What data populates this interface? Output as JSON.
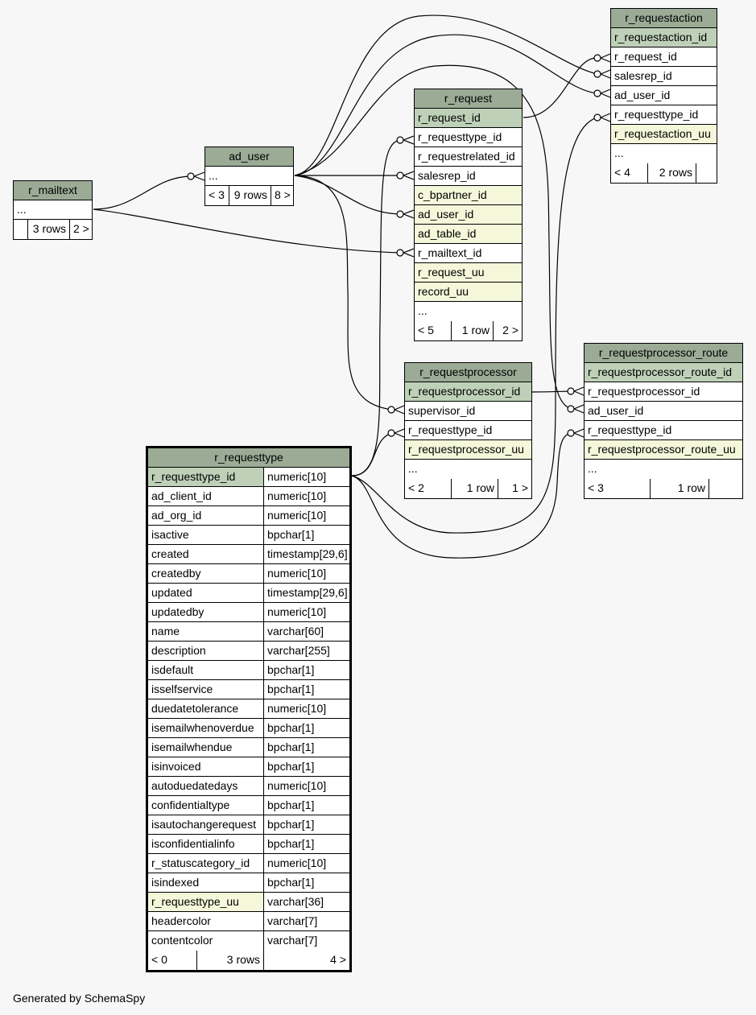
{
  "footer": "Generated by SchemaSpy",
  "colors": {
    "header": "#9bab96",
    "primary_key": "#bed1b8",
    "indexed": "#f4f7da",
    "background": "#f7f7f7"
  },
  "tables": {
    "r_mailtext": {
      "name": "r_mailtext",
      "rows": [
        {
          "col": "...",
          "style": "plain"
        }
      ],
      "footer": [
        "",
        "3 rows",
        "2 >"
      ]
    },
    "ad_user": {
      "name": "ad_user",
      "rows": [
        {
          "col": "...",
          "style": "plain"
        }
      ],
      "footer": [
        "< 3",
        "9 rows",
        "8 >"
      ]
    },
    "r_request": {
      "name": "r_request",
      "rows": [
        {
          "col": "r_request_id",
          "style": "pk"
        },
        {
          "col": "r_requesttype_id",
          "style": "plain"
        },
        {
          "col": "r_requestrelated_id",
          "style": "plain"
        },
        {
          "col": "salesrep_id",
          "style": "plain"
        },
        {
          "col": "c_bpartner_id",
          "style": "idx"
        },
        {
          "col": "ad_user_id",
          "style": "idx"
        },
        {
          "col": "ad_table_id",
          "style": "idx"
        },
        {
          "col": "r_mailtext_id",
          "style": "plain"
        },
        {
          "col": "r_request_uu",
          "style": "idx"
        },
        {
          "col": "record_uu",
          "style": "idx"
        },
        {
          "col": "...",
          "style": "plain"
        }
      ],
      "footer": [
        "< 5",
        "1 row",
        "2 >"
      ]
    },
    "r_requestaction": {
      "name": "r_requestaction",
      "rows": [
        {
          "col": "r_requestaction_id",
          "style": "pk"
        },
        {
          "col": "r_request_id",
          "style": "plain"
        },
        {
          "col": "salesrep_id",
          "style": "plain"
        },
        {
          "col": "ad_user_id",
          "style": "plain"
        },
        {
          "col": "r_requesttype_id",
          "style": "plain"
        },
        {
          "col": "r_requestaction_uu",
          "style": "idx"
        },
        {
          "col": "...",
          "style": "plain"
        }
      ],
      "footer": [
        "< 4",
        "2 rows",
        ""
      ]
    },
    "r_requestprocessor": {
      "name": "r_requestprocessor",
      "rows": [
        {
          "col": "r_requestprocessor_id",
          "style": "pk"
        },
        {
          "col": "supervisor_id",
          "style": "plain"
        },
        {
          "col": "r_requesttype_id",
          "style": "plain"
        },
        {
          "col": "r_requestprocessor_uu",
          "style": "idx"
        },
        {
          "col": "...",
          "style": "plain"
        }
      ],
      "footer": [
        "< 2",
        "1 row",
        "1 >"
      ]
    },
    "r_requestprocessor_route": {
      "name": "r_requestprocessor_route",
      "rows": [
        {
          "col": "r_requestprocessor_route_id",
          "style": "pk"
        },
        {
          "col": "r_requestprocessor_id",
          "style": "plain"
        },
        {
          "col": "ad_user_id",
          "style": "plain"
        },
        {
          "col": "r_requesttype_id",
          "style": "plain"
        },
        {
          "col": "r_requestprocessor_route_uu",
          "style": "idx"
        },
        {
          "col": "...",
          "style": "plain"
        }
      ],
      "footer": [
        "< 3",
        "1 row",
        ""
      ]
    },
    "r_requesttype": {
      "name": "r_requesttype",
      "rows": [
        {
          "col": "r_requesttype_id",
          "type": "numeric[10]",
          "style": "pk"
        },
        {
          "col": "ad_client_id",
          "type": "numeric[10]",
          "style": "plain"
        },
        {
          "col": "ad_org_id",
          "type": "numeric[10]",
          "style": "plain"
        },
        {
          "col": "isactive",
          "type": "bpchar[1]",
          "style": "plain"
        },
        {
          "col": "created",
          "type": "timestamp[29,6]",
          "style": "plain"
        },
        {
          "col": "createdby",
          "type": "numeric[10]",
          "style": "plain"
        },
        {
          "col": "updated",
          "type": "timestamp[29,6]",
          "style": "plain"
        },
        {
          "col": "updatedby",
          "type": "numeric[10]",
          "style": "plain"
        },
        {
          "col": "name",
          "type": "varchar[60]",
          "style": "plain"
        },
        {
          "col": "description",
          "type": "varchar[255]",
          "style": "plain"
        },
        {
          "col": "isdefault",
          "type": "bpchar[1]",
          "style": "plain"
        },
        {
          "col": "isselfservice",
          "type": "bpchar[1]",
          "style": "plain"
        },
        {
          "col": "duedatetolerance",
          "type": "numeric[10]",
          "style": "plain"
        },
        {
          "col": "isemailwhenoverdue",
          "type": "bpchar[1]",
          "style": "plain"
        },
        {
          "col": "isemailwhendue",
          "type": "bpchar[1]",
          "style": "plain"
        },
        {
          "col": "isinvoiced",
          "type": "bpchar[1]",
          "style": "plain"
        },
        {
          "col": "autoduedatedays",
          "type": "numeric[10]",
          "style": "plain"
        },
        {
          "col": "confidentialtype",
          "type": "bpchar[1]",
          "style": "plain"
        },
        {
          "col": "isautochangerequest",
          "type": "bpchar[1]",
          "style": "plain"
        },
        {
          "col": "isconfidentialinfo",
          "type": "bpchar[1]",
          "style": "plain"
        },
        {
          "col": "r_statuscategory_id",
          "type": "numeric[10]",
          "style": "plain"
        },
        {
          "col": "isindexed",
          "type": "bpchar[1]",
          "style": "plain"
        },
        {
          "col": "r_requesttype_uu",
          "type": "varchar[36]",
          "style": "idx"
        },
        {
          "col": "headercolor",
          "type": "varchar[7]",
          "style": "plain"
        },
        {
          "col": "contentcolor",
          "type": "varchar[7]",
          "style": "plain"
        }
      ],
      "footer": [
        "< 0",
        "3 rows",
        "4 >"
      ]
    }
  }
}
